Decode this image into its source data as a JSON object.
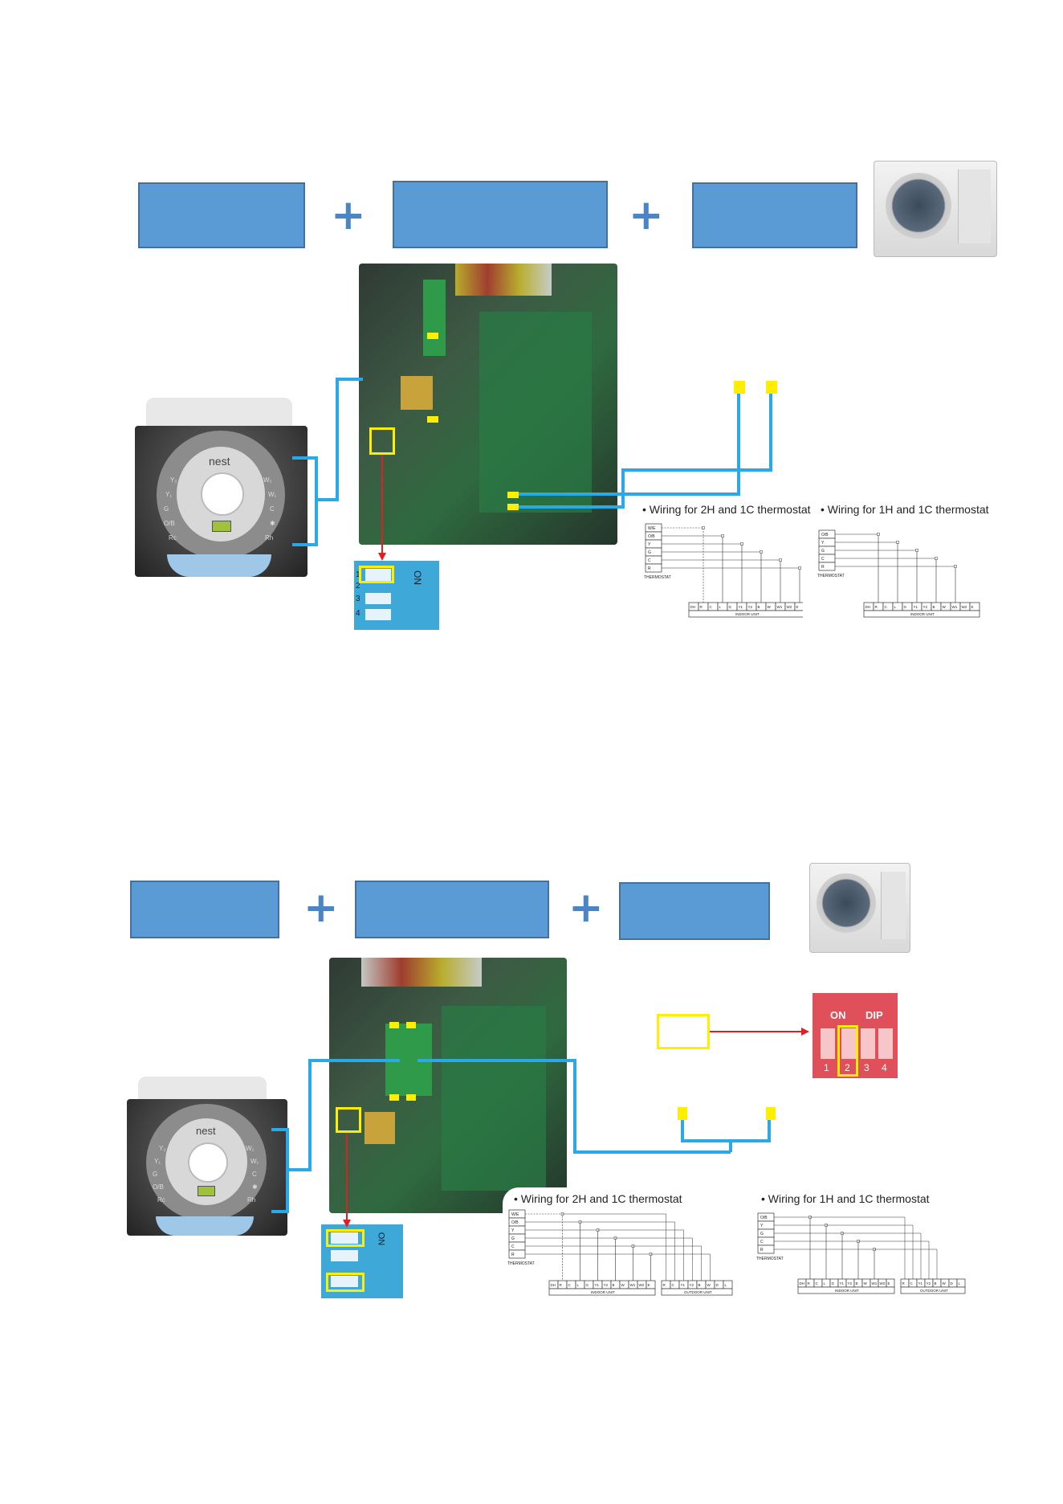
{
  "section1": {
    "thermostat": {
      "brand": "nest",
      "terminals_left": [
        "Y₂",
        "Y₁",
        "G",
        "O/B",
        "Rc"
      ],
      "terminals_right": [
        "W₂",
        "W₁",
        "C",
        "✱",
        "Rh"
      ]
    },
    "dip": {
      "on_label": "ON",
      "numbers": [
        "1",
        "2",
        "3",
        "4"
      ]
    },
    "wiring_2h1c": {
      "title": "• Wiring for 2H and 1C thermostat",
      "thermostat_terminals": [
        "W/E",
        "O/B",
        "Y",
        "G",
        "C",
        "R"
      ],
      "thermostat_label": "THERMOSTAT",
      "unit_terminals": [
        "DH",
        "R",
        "C",
        "L",
        "G",
        "Y1",
        "Y2",
        "B",
        "W",
        "W1",
        "W2",
        "E"
      ],
      "unit_label": "INDOOR UNIT"
    },
    "wiring_1h1c": {
      "title": "• Wiring for 1H and 1C thermostat",
      "thermostat_terminals": [
        "O/B",
        "Y",
        "G",
        "C",
        "R"
      ],
      "thermostat_label": "THERMOSTAT",
      "unit_terminals": [
        "DH",
        "R",
        "C",
        "L",
        "G",
        "Y1",
        "Y2",
        "B",
        "W",
        "W1",
        "W2",
        "E"
      ],
      "unit_label": "INDOOR UNIT"
    }
  },
  "section2": {
    "thermostat": {
      "brand": "nest",
      "terminals_left": [
        "Y₂",
        "Y₁",
        "G",
        "O/B",
        "Rc"
      ],
      "terminals_right": [
        "W₂",
        "W₁",
        "C",
        "✱",
        "Rh"
      ]
    },
    "dip_red": {
      "on_label": "ON",
      "dip_label": "DIP",
      "numbers": [
        "1",
        "2",
        "3",
        "4"
      ]
    },
    "wiring_2h1c": {
      "title": "• Wiring for 2H and 1C thermostat",
      "thermostat_terminals": [
        "W/E",
        "O/B",
        "Y",
        "G",
        "C",
        "R"
      ],
      "thermostat_label": "THERMOSTAT",
      "unit_terminals": [
        "DH",
        "R",
        "C",
        "L",
        "G",
        "Y1",
        "Y2",
        "B",
        "W",
        "W1",
        "W2",
        "E"
      ],
      "unit_label": "INDOOR UNIT",
      "outdoor_terminals": [
        "R",
        "C",
        "Y1",
        "Y2",
        "B",
        "W",
        "D",
        "L"
      ],
      "outdoor_label": "OUTDOOR UNIT"
    },
    "wiring_1h1c": {
      "title": "• Wiring for 1H and 1C thermostat",
      "thermostat_terminals": [
        "O/B",
        "Y",
        "G",
        "C",
        "R"
      ],
      "thermostat_label": "THERMOSTAT",
      "unit_terminals": [
        "DH",
        "R",
        "C",
        "L",
        "G",
        "Y1",
        "Y2",
        "B",
        "W",
        "W1",
        "W2",
        "E"
      ],
      "unit_label": "INDOOR UNIT",
      "outdoor_terminals": [
        "R",
        "C",
        "Y1",
        "Y2",
        "B",
        "W",
        "D",
        "L"
      ],
      "outdoor_label": "OUTDOOR UNIT"
    }
  },
  "colors": {
    "box_blue": "#5b9bd5",
    "wire_blue": "#29a9e8",
    "marker_yellow": "#ffee00",
    "arrow_red": "#e02020"
  }
}
